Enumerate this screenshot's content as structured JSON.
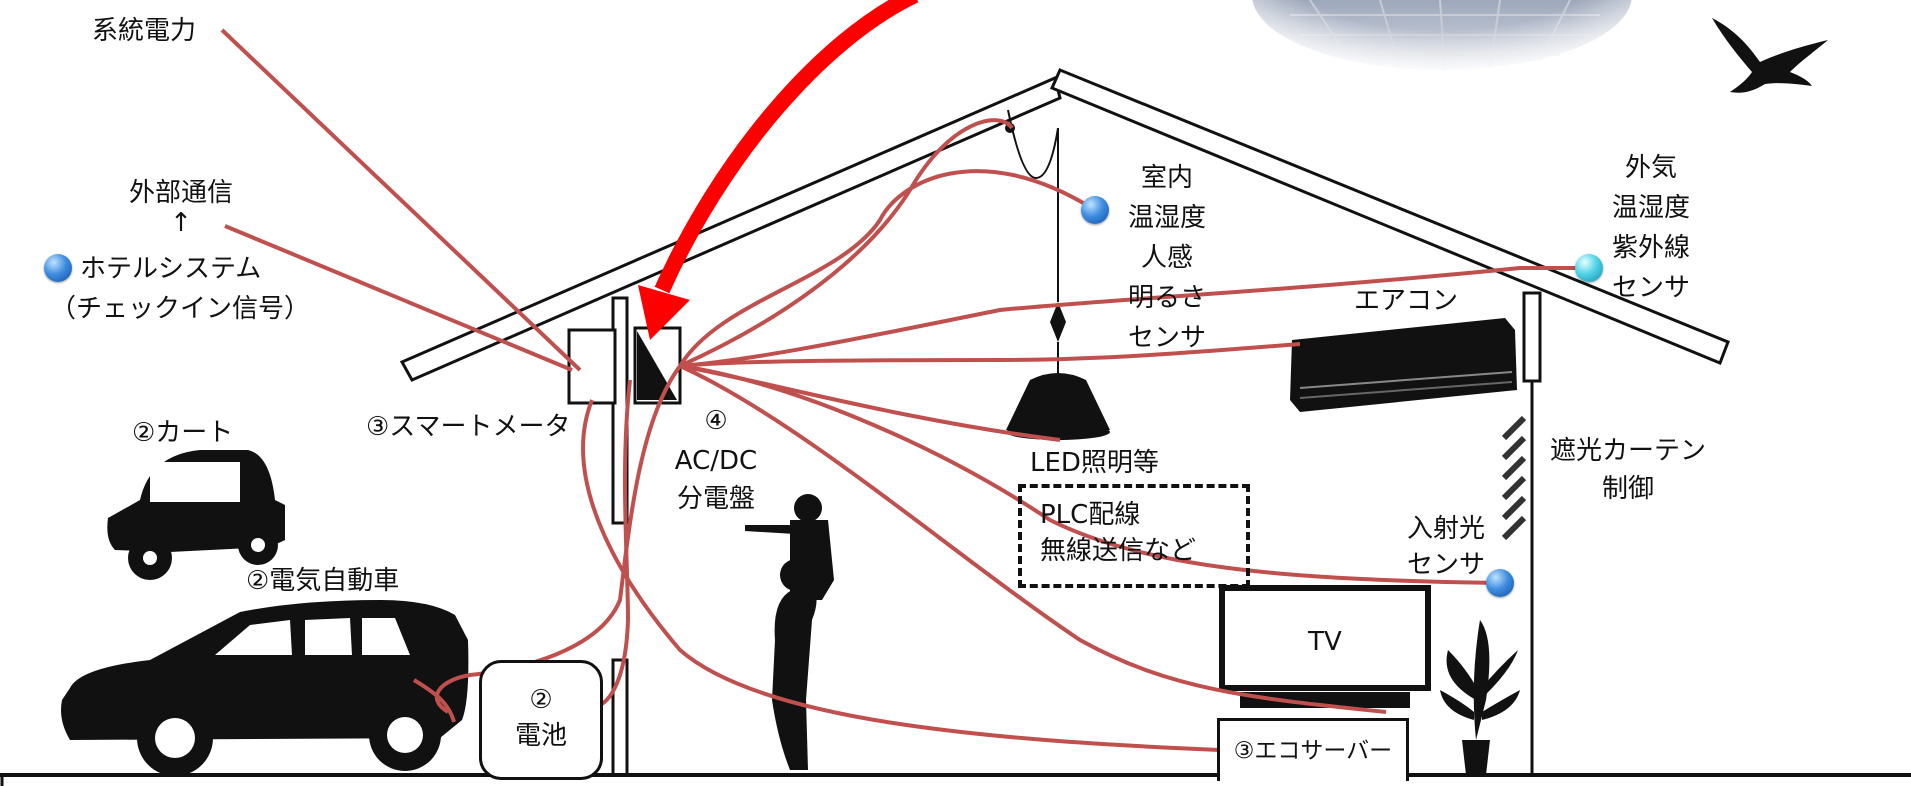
{
  "colors": {
    "wire": "#c0504d",
    "arrow": "#ff0000",
    "outline": "#111111",
    "sensor_blue": "#3f8de0",
    "sensor_cyan": "#4fd2e8"
  },
  "icons": [
    "solar-panel-image",
    "eagle-silhouette",
    "cart-silhouette",
    "car-silhouette",
    "person-silhouette",
    "plant-silhouette",
    "pendant-lamp",
    "air-conditioner",
    "tv-screen",
    "sensor-dot"
  ],
  "labels": {
    "grid_power": "系統電力",
    "external_comm_line1": "外部通信",
    "external_comm_arrow": "↑",
    "hotel_system": "ホテルシステム",
    "checkin_signal": "（チェックイン信号）",
    "cart": "②カート",
    "smart_meter": "③スマートメータ",
    "panel_num": "④",
    "panel_acdc": "AC/DC",
    "panel_name": "分電盤",
    "ev": "②電気自動車",
    "battery_num": "②",
    "battery_name": "電池",
    "indoor_sensor": [
      "室内",
      "温湿度",
      "人感",
      "明るさ",
      "センサ"
    ],
    "outdoor_sensor": [
      "外気",
      "温湿度",
      "紫外線",
      "センサ"
    ],
    "aircon": "エアコン",
    "led": "LED照明等",
    "plc_line1": "PLC配線",
    "plc_line2": "無線送信など",
    "curtain_line1": "遮光カーテン",
    "curtain_line2": "制御",
    "light_sensor_line1": "入射光",
    "light_sensor_line2": "センサ",
    "tv": "TV",
    "eco_server": "③エコサーバー"
  }
}
